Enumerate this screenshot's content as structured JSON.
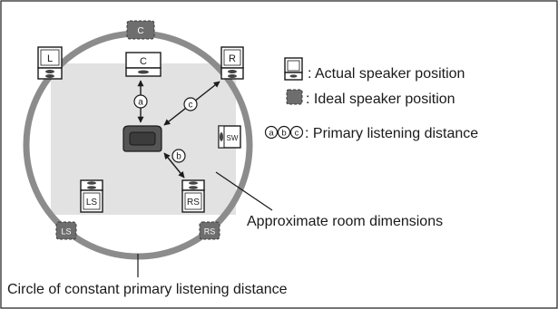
{
  "speakers": {
    "center": "C",
    "left": "L",
    "right": "R",
    "left_surround": "LS",
    "right_surround": "RS",
    "subwoofer": "SW"
  },
  "ideal_labels": {
    "center": "C",
    "left_surround": "LS",
    "right_surround": "RS"
  },
  "distance_markers": {
    "a": "a",
    "b": "b",
    "c": "c"
  },
  "legend": {
    "actual": ": Actual speaker position",
    "ideal": ": Ideal speaker position",
    "distance": ": Primary listening distance"
  },
  "captions": {
    "room": "Approximate room dimensions",
    "circle": "Circle of constant primary listening distance"
  },
  "colors": {
    "room": "#e2e2e2",
    "circle": "#8c8c8c",
    "ideal_speaker": "#6e6e6e",
    "ideal_speaker_stroke": "#3a3a3a",
    "frame": "#1a1a1a"
  }
}
